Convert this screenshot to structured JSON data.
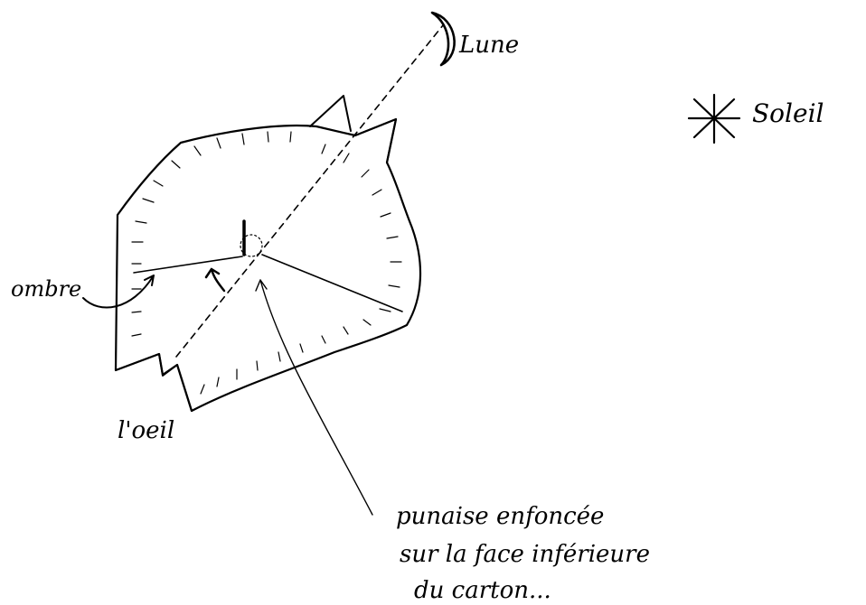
{
  "labels": {
    "moon": "Lune",
    "sun": "Soleil",
    "shadow": "ombre",
    "eye": "l'oeil",
    "pin_line1": "punaise enfoncée",
    "pin_line2": "sur la face inférieure",
    "pin_line3": "du carton..."
  },
  "colors": {
    "ink": "#000000",
    "paper": "#ffffff"
  },
  "icons": {
    "moon": "crescent-moon-icon",
    "sun": "asterisk-sun-icon"
  }
}
